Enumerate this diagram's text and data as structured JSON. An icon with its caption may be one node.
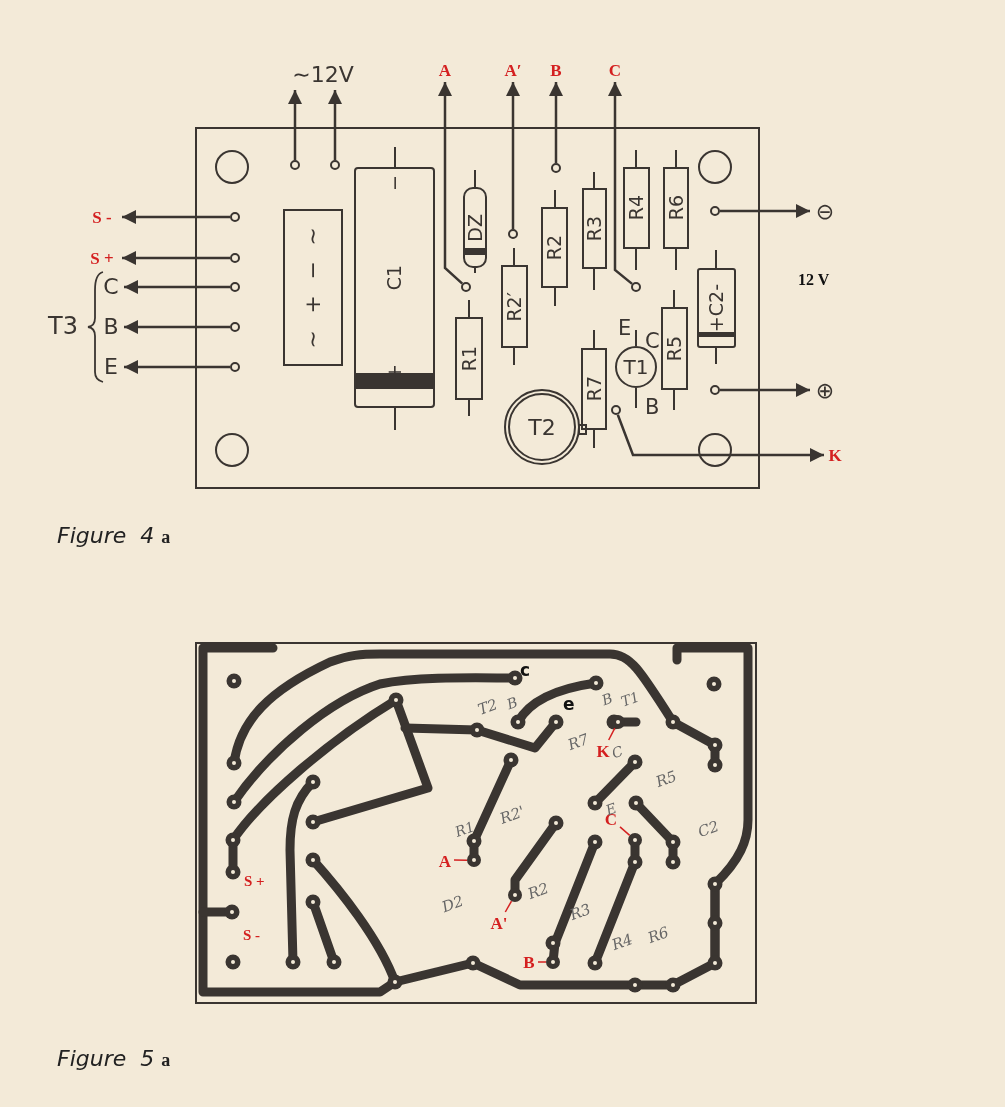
{
  "diagram": {
    "nodes": [
      {
        "text": [],
        "shape": "box"
      },
      {
        "text": [
          "∼",
          "−",
          "+",
          "∼"
        ],
        "in": 0
      },
      {
        "text": [
          "−",
          "C1",
          "+"
        ],
        "in": 0
      },
      {
        "text": [
          "DZ"
        ],
        "in": 0
      },
      {
        "text": [
          "R1"
        ],
        "in": 0
      },
      {
        "text": [
          "R2′"
        ],
        "in": 0
      },
      {
        "text": [
          "R2"
        ],
        "in": 0
      },
      {
        "text": [
          "R3"
        ],
        "in": 0
      },
      {
        "text": [
          "R4"
        ],
        "in": 0
      },
      {
        "text": [
          "R6"
        ],
        "in": 0
      },
      {
        "text": [
          "R5"
        ],
        "in": 0
      },
      {
        "text": [
          "+C2-"
        ],
        "in": 0
      },
      {
        "text": [
          "T1"
        ],
        "beside": [
          "E",
          "C",
          "B"
        ],
        "in": 0
      },
      {
        "text": [
          "T2"
        ],
        "in": 0
      },
      {
        "text": [
          "R7"
        ],
        "in": 0
      },
      {
        "text": [],
        "shape": "circle",
        "in": 0
      },
      {
        "text": [],
        "shape": "circle",
        "in": 0
      },
      {
        "text": [],
        "shape": "circle",
        "in": 0
      },
      {
        "text": [],
        "shape": "circle",
        "in": 0
      },
      {
        "text": [],
        "shape": "circle",
        "in": 0
      },
      {
        "text": [],
        "shape": "circle",
        "in": 0
      },
      {
        "text": [],
        "shape": "circle",
        "in": 0
      },
      {
        "text": [],
        "shape": "circle",
        "in": 0
      },
      {
        "text": [],
        "shape": "circle",
        "in": 0
      },
      {
        "text": [],
        "shape": "circle",
        "in": 0
      },
      {
        "text": [],
        "shape": "circle",
        "in": 0
      },
      {
        "text": [],
        "shape": "circle",
        "in": 0
      },
      {
        "text": [],
        "shape": "circle",
        "in": 0
      },
      {
        "text": [],
        "shape": "circle",
        "in": 0
      },
      {
        "text": [
          "∼12V"
        ]
      },
      {
        "text": [
          "A"
        ]
      },
      {
        "text": [
          "A′"
        ]
      },
      {
        "text": [
          "B"
        ]
      },
      {
        "text": [
          "C"
        ]
      },
      {
        "text": [
          "S -"
        ]
      },
      {
        "text": [
          "S +"
        ]
      },
      {
        "text": [
          "C"
        ]
      },
      {
        "text": [
          "B"
        ]
      },
      {
        "text": [
          "E"
        ]
      },
      {
        "text": [
          "⊖"
        ]
      },
      {
        "text": [
          "⊕"
        ]
      },
      {
        "text": [
          "K"
        ]
      },
      {
        "text": [],
        "shape": "box"
      },
      {
        "text": [],
        "shape": "circle",
        "in": 42
      },
      {
        "text": [],
        "shape": "circle",
        "in": 42
      },
      {
        "text": [],
        "shape": "circle",
        "in": 42
      },
      {
        "text": [],
        "shape": "circle",
        "in": 42
      },
      {
        "text": [],
        "shape": "circle",
        "in": 42
      },
      {
        "text": [
          "A"
        ],
        "in": 42
      },
      {
        "text": [
          "A'"
        ],
        "in": 42
      },
      {
        "text": [
          "B"
        ],
        "in": 42
      },
      {
        "text": [
          "C"
        ],
        "in": 42
      },
      {
        "text": [
          "K"
        ],
        "in": 42
      }
    ],
    "edges": [
      {
        "from": 15,
        "to": 29,
        "arrow": "to"
      },
      {
        "from": 16,
        "to": 29,
        "arrow": "to"
      },
      {
        "from": 17,
        "to": 30,
        "arrow": "to"
      },
      {
        "from": 18,
        "to": 31,
        "arrow": "to"
      },
      {
        "from": 19,
        "to": 32,
        "arrow": "to"
      },
      {
        "from": 20,
        "to": 33,
        "arrow": "to"
      },
      {
        "from": 21,
        "to": 34,
        "arrow": "to"
      },
      {
        "from": 22,
        "to": 35,
        "arrow": "to"
      },
      {
        "from": 23,
        "to": 36,
        "arrow": "to"
      },
      {
        "from": 24,
        "to": 37,
        "arrow": "to"
      },
      {
        "from": 25,
        "to": 38,
        "arrow": "to"
      },
      {
        "from": 26,
        "to": 39,
        "arrow": "to"
      },
      {
        "from": 27,
        "to": 40,
        "arrow": "to"
      },
      {
        "from": 28,
        "to": 41,
        "arrow": "to"
      },
      {
        "from": 48,
        "to": 43,
        "arrow": "none",
        "color": "#d42020"
      },
      {
        "from": 49,
        "to": 44,
        "arrow": "none",
        "color": "#d42020"
      },
      {
        "from": 50,
        "to": 45,
        "arrow": "none",
        "color": "#d42020"
      },
      {
        "from": 51,
        "to": 46,
        "arrow": "none",
        "color": "#d42020"
      },
      {
        "from": 52,
        "to": 47,
        "arrow": "none",
        "color": "#d42020"
      }
    ],
    "labels": [
      "T3",
      "12 V",
      "Figure  4 **a**",
      "c",
      "T2",
      "B",
      "e",
      "B",
      "T1",
      "R7",
      "C",
      "R1",
      "R2'",
      "E",
      "R5",
      "S +",
      "D2",
      "R2",
      "C2",
      "S -",
      "R3",
      "R4",
      "R6",
      "Figure  5 **a**"
    ]
  }
}
